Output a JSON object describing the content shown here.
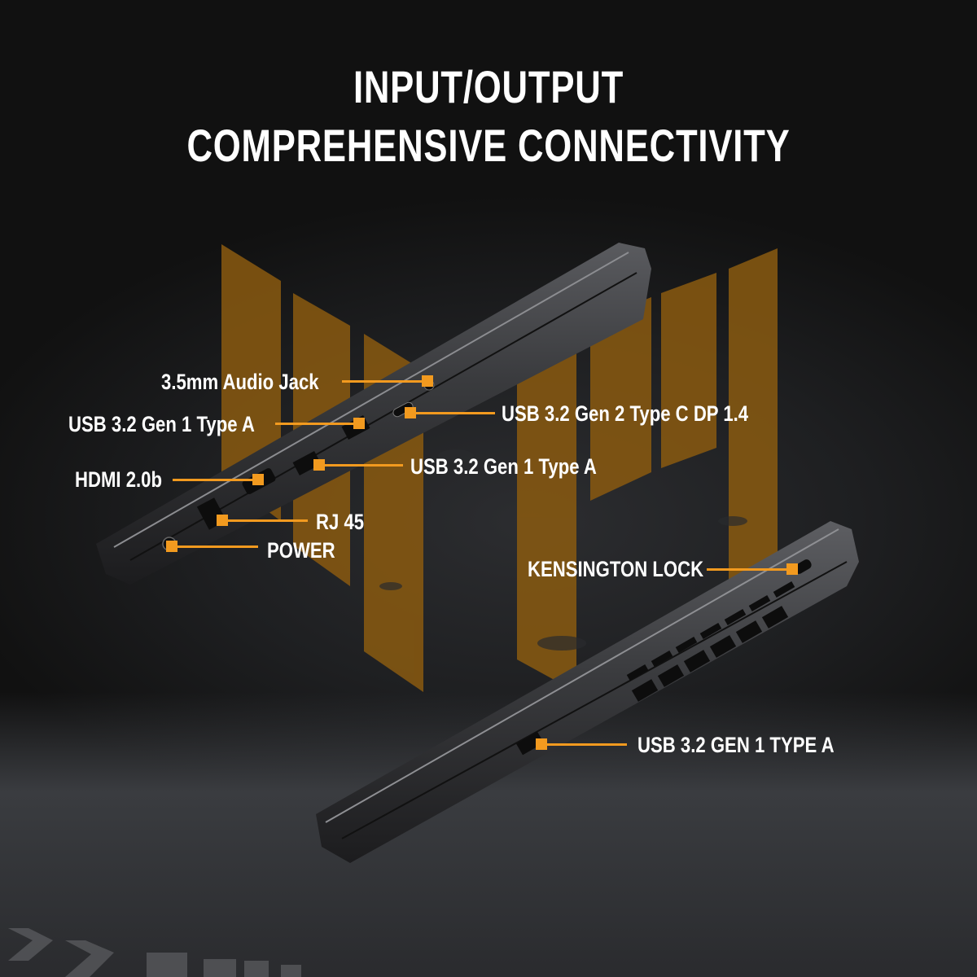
{
  "header": {
    "line1": "INPUT/OUTPUT",
    "line2": "COMPREHENSIVE CONNECTIVITY"
  },
  "colors": {
    "background": "#0e0e0e",
    "accent": "#f29a1f",
    "logo_bars": "#8a5a10",
    "text": "#ffffff",
    "laptop_body": "#3a3b3e"
  },
  "left_side": {
    "ports": [
      {
        "label": "3.5mm Audio Jack"
      },
      {
        "label": "USB 3.2 Gen 1 Type A"
      },
      {
        "label": "USB 3.2 Gen 2 Type C DP 1.4"
      },
      {
        "label": "USB 3.2 Gen 1 Type A"
      },
      {
        "label": "HDMI 2.0b"
      },
      {
        "label": "RJ 45"
      },
      {
        "label": "POWER"
      }
    ]
  },
  "right_side": {
    "ports": [
      {
        "label": "KENSINGTON LOCK"
      },
      {
        "label": "USB 3.2 GEN 1 TYPE A"
      }
    ]
  },
  "icons": {
    "background_logo": "tuf-logo-bars",
    "floor_markings": "chevron-arrows"
  }
}
